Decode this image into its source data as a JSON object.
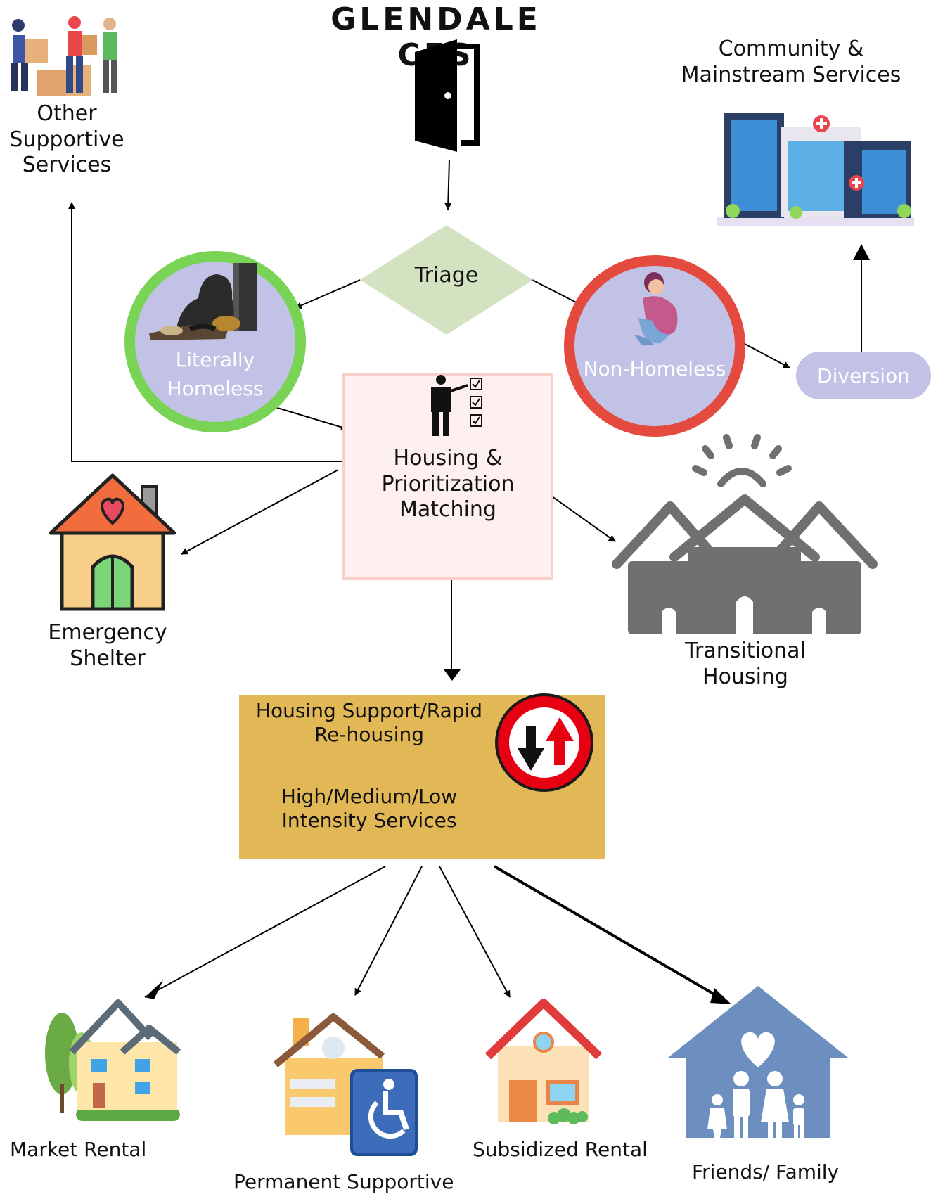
{
  "title": "GLENDALE CES",
  "nodes": {
    "triage": "Triage",
    "literally_homeless": [
      "Literally",
      "Homeless"
    ],
    "non_homeless": "Non-Homeless",
    "diversion": "Diversion",
    "community": [
      "Community &",
      "Mainstream Services"
    ],
    "other_services": [
      "Other",
      "Supportive",
      "Services"
    ],
    "matching": [
      "Housing &",
      "Prioritization",
      "Matching"
    ],
    "emergency_shelter": [
      "Emergency",
      "Shelter"
    ],
    "transitional_housing": [
      "Transitional",
      "Housing"
    ],
    "rehousing": {
      "line1": [
        "Housing Support/Rapid",
        "Re-housing"
      ],
      "line2": [
        "High/Medium/Low",
        "Intensity Services"
      ]
    },
    "market_rental": "Market Rental",
    "permanent_supportive": "Permanent Supportive",
    "subsidized_rental": "Subsidized Rental",
    "friends_family": "Friends/ Family"
  },
  "colors": {
    "literally_ring": "#79d456",
    "non_homeless_ring": "#e54a3e",
    "circle_fill": "#c2c2e6",
    "triage_fill": "#d3e3c2",
    "matching_fill": "#fdf0ee",
    "rehousing_fill": "#e2b856",
    "transitional_gray": "#707070"
  },
  "icons": [
    "door-icon",
    "hospital-building-icon",
    "movers-people-icon",
    "homeless-person-icon",
    "distressed-person-icon",
    "presenter-checklist-icon",
    "house-heart-icon",
    "sunrise-houses-icon",
    "two-way-traffic-sign-icon",
    "market-house-icon",
    "accessible-house-icon",
    "red-roof-house-icon",
    "family-house-icon"
  ]
}
